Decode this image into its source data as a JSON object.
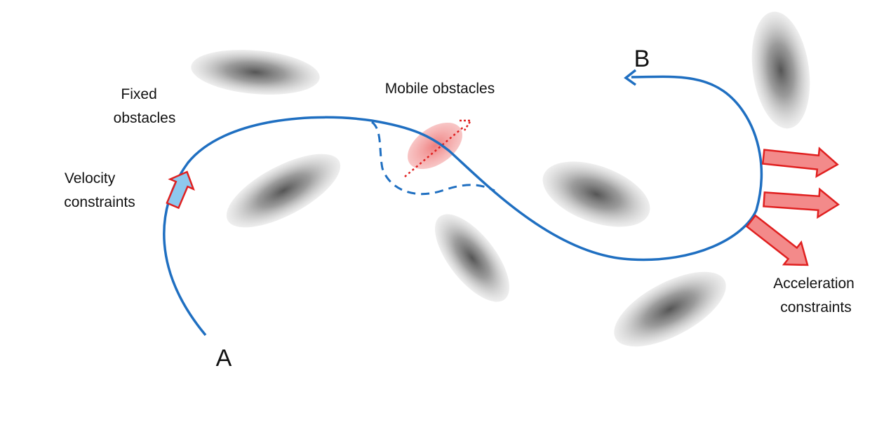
{
  "labels": {
    "fixed_line1": "Fixed",
    "fixed_line2": "obstacles",
    "mobile": "Mobile obstacles",
    "velocity_line1": "Velocity",
    "velocity_line2": "constraints",
    "accel_line1": "Acceleration",
    "accel_line2": "constraints",
    "start": "A",
    "end": "B"
  },
  "colors": {
    "path": "#1f6fc1",
    "constraint_arrow_fill": "#f38a8a",
    "constraint_arrow_stroke": "#e02020",
    "velocity_arrow_fill": "#8ec8ee",
    "mobile_obstacle": "#ec6a6a",
    "mobile_motion": "#e02020",
    "obstacle": "#555555"
  }
}
